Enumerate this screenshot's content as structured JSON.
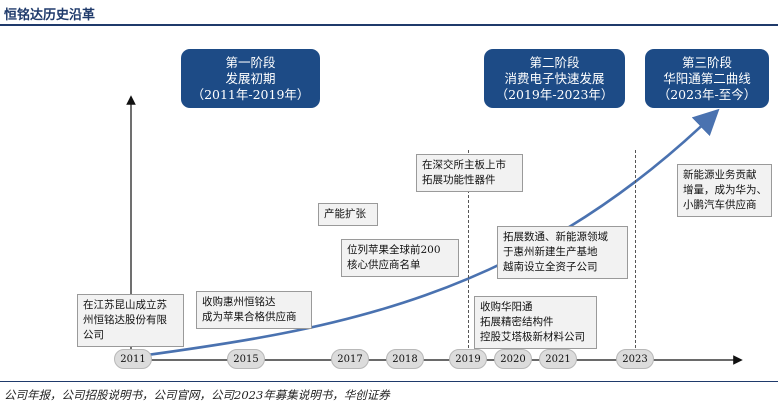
{
  "title": "恒铭达历史沿革",
  "phases": [
    {
      "lines": [
        "第一阶段",
        "发展初期",
        "（2011年-2019年）"
      ]
    },
    {
      "lines": [
        "第二阶段",
        "消费电子快速发展",
        "（2019年-2023年）"
      ]
    },
    {
      "lines": [
        "第三阶段",
        "华阳通第二曲线",
        "（2023年-至今）"
      ]
    }
  ],
  "timeline": [
    "2011",
    "2015",
    "2017",
    "2018",
    "2019",
    "2020",
    "2021",
    "2023"
  ],
  "notes": {
    "n2011": [
      "在江苏昆山成立苏",
      "州恒铭达股份有限",
      "公司"
    ],
    "n2015": [
      "收购惠州恒铭达",
      "成为苹果合格供应商"
    ],
    "n2017": [
      "产能扩张"
    ],
    "n2018": [
      "位列苹果全球前200",
      "核心供应商名单"
    ],
    "n2019": [
      "在深交所主板上市",
      "拓展功能性器件"
    ],
    "n2020": [
      "拓展数通、新能源领域",
      "于惠州新建生产基地",
      "越南设立全资子公司"
    ],
    "n2021": [
      "收购华阳通",
      "拓展精密结构件",
      "控股艾塔极新材料公司"
    ],
    "n2023": [
      "新能源业务贡献",
      "增量，成为华为、",
      "小鹏汽车供应商"
    ]
  },
  "source": "公司年报，公司招股说明书，公司官网，公司2023年募集说明书，华创证券",
  "colors": {
    "phase_bg": "#1d4b86",
    "curve": "#4a72b0",
    "title": "#1f3a6b"
  }
}
